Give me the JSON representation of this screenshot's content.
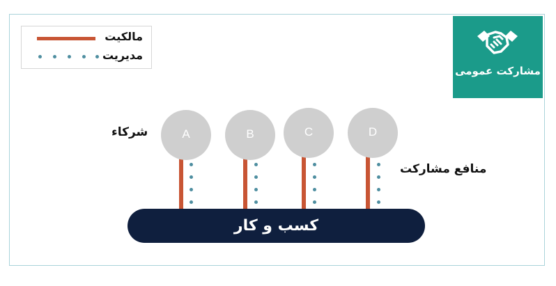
{
  "badge": {
    "title": "مشارکت عمومی",
    "icon": "handshake-icon",
    "color": "#1b9b8a"
  },
  "legend": {
    "ownership": {
      "label": "مالکیت",
      "color": "#c85534",
      "style": "solid"
    },
    "management": {
      "label": "مدیریت",
      "color": "#4e8ea0",
      "style": "dotted"
    }
  },
  "partners_label": "شرکاء",
  "benefits_label": "منافع مشارکت",
  "business_label": "کسب و کار",
  "partners": [
    {
      "letter": "A"
    },
    {
      "letter": "B"
    },
    {
      "letter": "C"
    },
    {
      "letter": "D"
    }
  ]
}
